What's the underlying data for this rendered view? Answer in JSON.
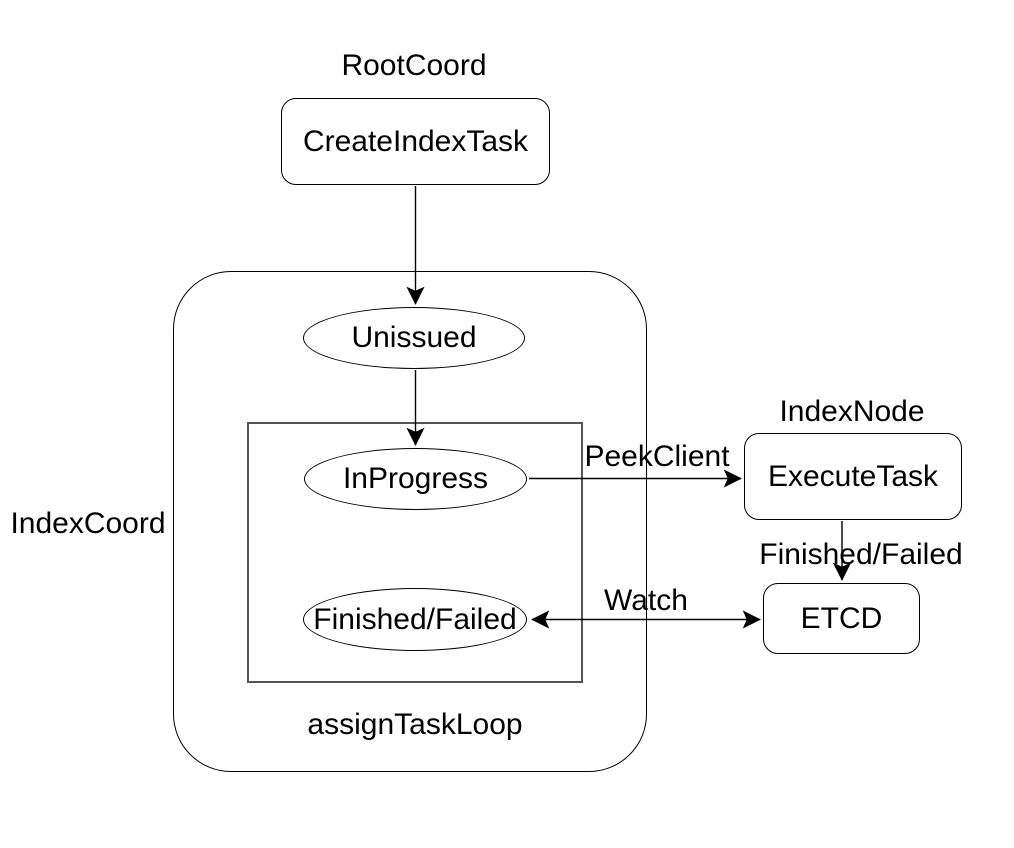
{
  "diagram": {
    "type": "flowchart",
    "colors": {
      "background": "#ffffff",
      "stroke": "#000000",
      "inner_loop_stroke": "#545454",
      "text": "#000000"
    },
    "region_labels": {
      "root_coord": "RootCoord",
      "index_node": "IndexNode",
      "index_coord": "IndexCoord",
      "assign_task_loop": "assignTaskLoop"
    },
    "nodes": {
      "create_index_task": {
        "label": "CreateIndexTask",
        "shape": "rounded-rect",
        "region": "RootCoord"
      },
      "unissued": {
        "label": "Unissued",
        "shape": "ellipse",
        "region": "IndexCoord"
      },
      "in_progress": {
        "label": "InProgress",
        "shape": "ellipse",
        "region": "IndexCoord / assignTaskLoop"
      },
      "finished_failed": {
        "label": "Finished/Failed",
        "shape": "ellipse",
        "region": "IndexCoord / assignTaskLoop"
      },
      "execute_task": {
        "label": "ExecuteTask",
        "shape": "rounded-rect",
        "region": "IndexNode"
      },
      "etcd": {
        "label": "ETCD",
        "shape": "rounded-rect",
        "region": ""
      }
    },
    "edges": [
      {
        "from": "CreateIndexTask",
        "to": "Unissued",
        "label": "",
        "direction": "forward"
      },
      {
        "from": "Unissued",
        "to": "InProgress",
        "label": "",
        "direction": "forward"
      },
      {
        "from": "InProgress",
        "to": "ExecuteTask",
        "label": "PeekClient",
        "direction": "forward"
      },
      {
        "from": "ExecuteTask",
        "to": "ETCD",
        "label": "Finished/Failed",
        "direction": "forward"
      },
      {
        "from": "Finished/Failed",
        "to": "ETCD",
        "label": "Watch",
        "direction": "both"
      }
    ]
  }
}
